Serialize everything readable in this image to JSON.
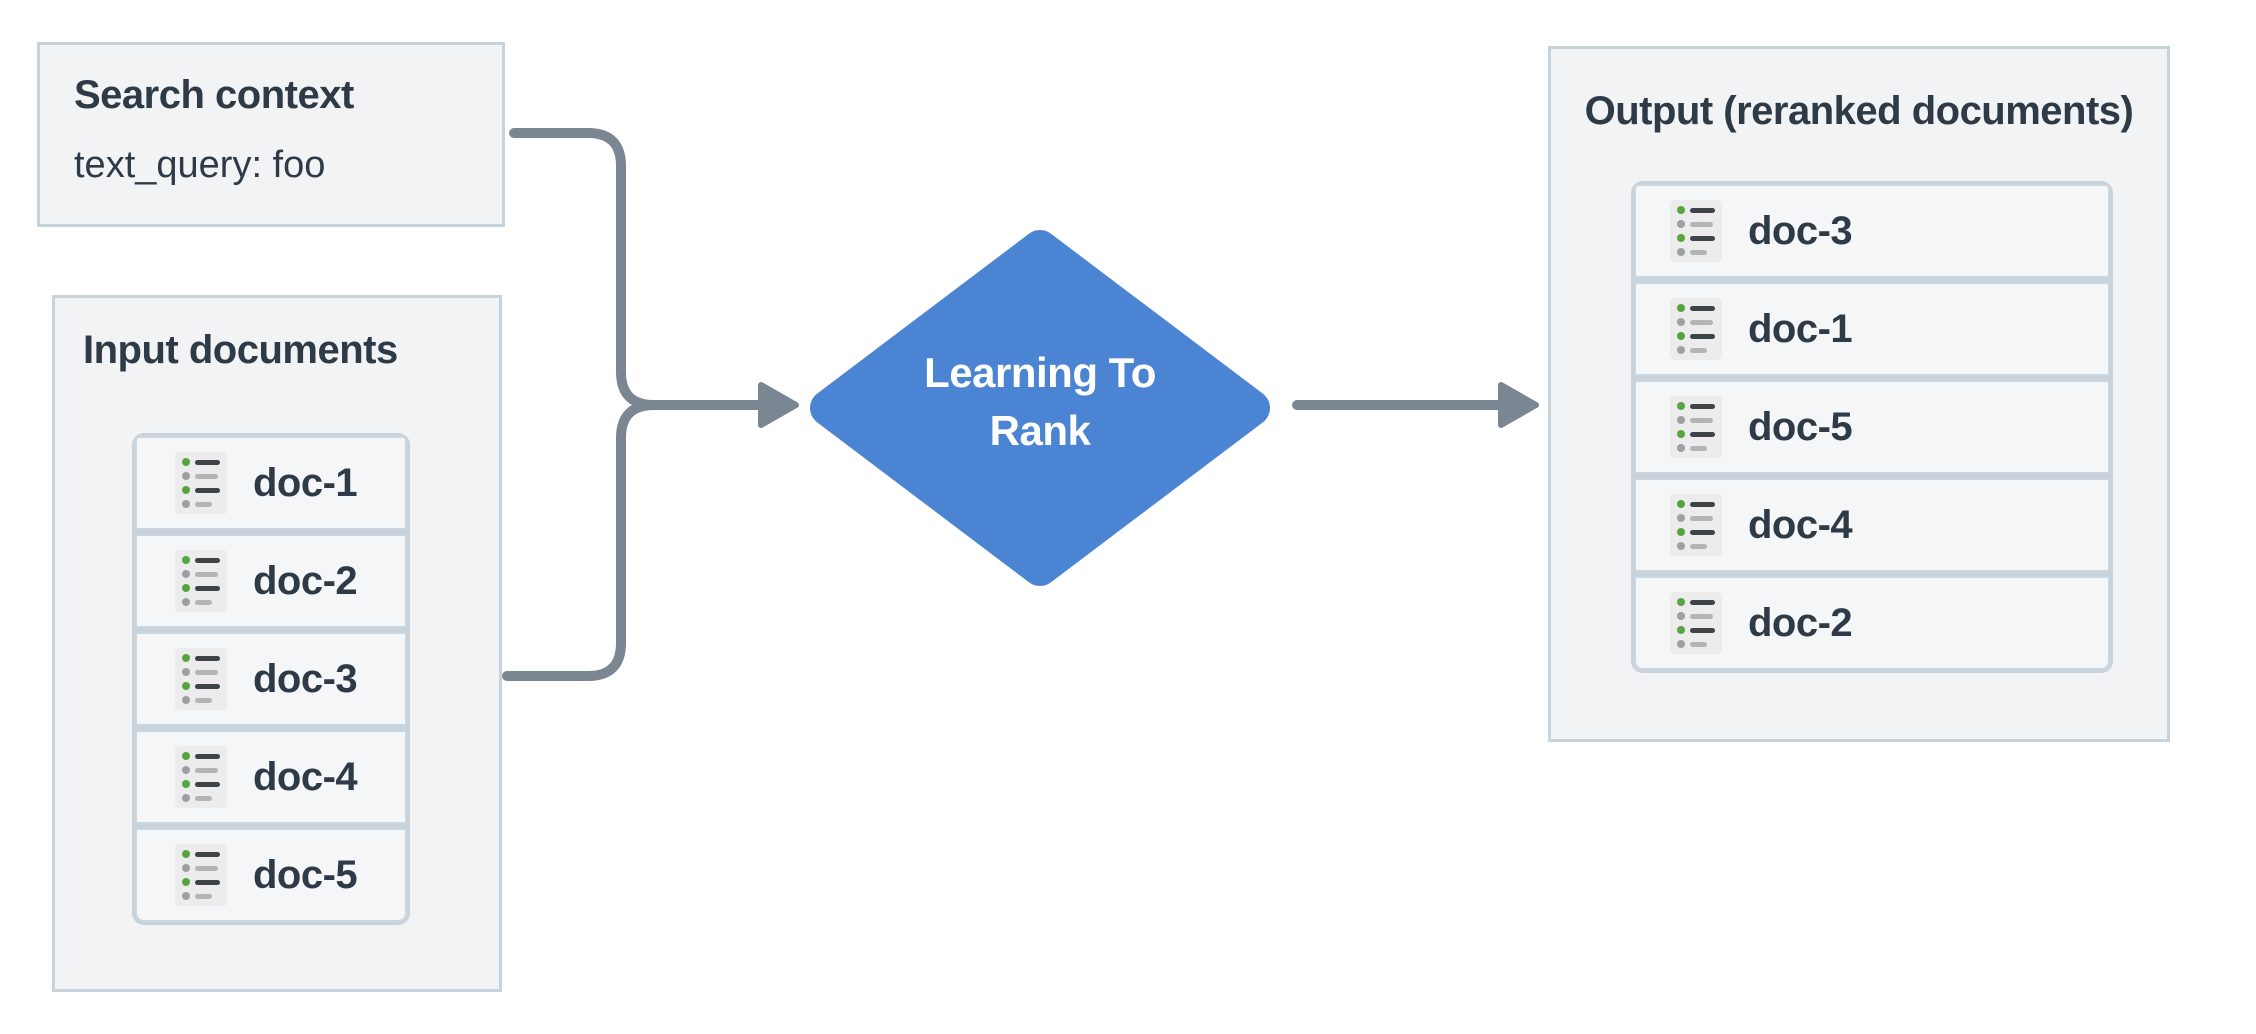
{
  "diagram": {
    "search_context": {
      "title": "Search context",
      "query": "text_query: foo"
    },
    "input_documents": {
      "title": "Input documents",
      "docs": [
        "doc-1",
        "doc-2",
        "doc-3",
        "doc-4",
        "doc-5"
      ]
    },
    "process": {
      "label": "Learning To Rank"
    },
    "output_documents": {
      "title": "Output (reranked documents)",
      "docs": [
        "doc-3",
        "doc-1",
        "doc-5",
        "doc-4",
        "doc-2"
      ]
    }
  },
  "colors": {
    "accent": "#4a84d3",
    "arrow": "#7b8693",
    "box_fill": "#f2f3f5",
    "box_border": "#c8d2da",
    "row_fill": "#f5f6f8",
    "row_border": "#ccd6de",
    "text_dark": "#2e3b47",
    "icon_green": "#57a33e"
  },
  "icons": {
    "doc_icon": "list-document-icon"
  }
}
